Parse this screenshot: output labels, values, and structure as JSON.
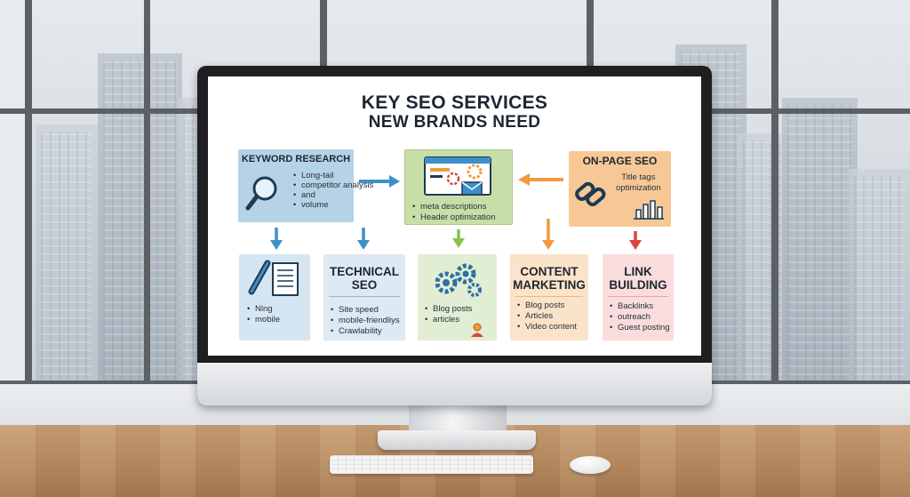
{
  "screen": {
    "title_line1": "KEY SEO SERVICES",
    "title_line2": "NEW BRANDS NEED",
    "keyword_research": {
      "heading": "KEYWORD RESEARCH",
      "items": [
        "Long-tail",
        "competitor analysis",
        "and",
        "volume"
      ],
      "icon": "magnifier-icon",
      "color": "#b6d2e6"
    },
    "center_card": {
      "items": [
        "meta descriptions",
        "Header optimization"
      ],
      "icon": "browser-gears-email-icon",
      "color": "#c8dea9"
    },
    "on_page_seo": {
      "heading": "ON-PAGE SEO",
      "text_line1": "Title tags",
      "text_line2": "optimization",
      "icons": [
        "chain-link-icon",
        "bar-chart-icon"
      ],
      "color": "#f7c896"
    },
    "writing_card": {
      "items": [
        "Nlng",
        "mobile"
      ],
      "icon": "pen-document-icon"
    },
    "technical_seo": {
      "heading_line1": "TECHNICAL",
      "heading_line2": "SEO",
      "items": [
        "Site speed",
        "mobile-friendliys",
        "Crawlability"
      ]
    },
    "gears_card": {
      "items": [
        "Blog posts",
        "articles"
      ],
      "icons": [
        "gears-icon",
        "person-icon"
      ]
    },
    "content_marketing": {
      "heading_line1": "CONTENT",
      "heading_line2": "MARKETING",
      "items": [
        "Blog posts",
        "Articles",
        "Video content"
      ]
    },
    "link_building": {
      "heading_line1": "LINK",
      "heading_line2": "BUILDING",
      "items": [
        "Backlinks",
        "outreach",
        "Guest posting"
      ]
    },
    "arrow_colors": {
      "blue": "#3f8fc9",
      "green": "#8cc152",
      "orange": "#f29a3d",
      "red": "#d9443b"
    }
  }
}
